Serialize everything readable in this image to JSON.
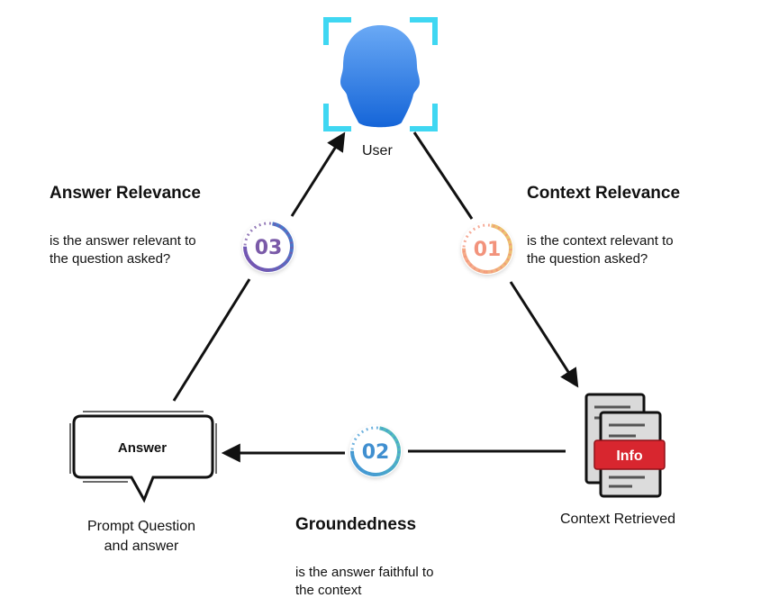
{
  "nodes": {
    "user": {
      "label": "User"
    },
    "context": {
      "label": "Context Retrieved",
      "badge": "Info"
    },
    "answer": {
      "bubble_text": "Answer",
      "label_line1": "Prompt Question",
      "label_line2": "and answer"
    }
  },
  "metrics": {
    "context_relevance": {
      "number": "01",
      "title": "Context Relevance",
      "desc_line1": "is the context relevant to",
      "desc_line2": "the question asked?"
    },
    "groundedness": {
      "number": "02",
      "title": "Groundedness",
      "desc_line1": "is the answer faithful to",
      "desc_line2": "the context"
    },
    "answer_relevance": {
      "number": "03",
      "title": "Answer Relevance",
      "desc_line1": "is the answer relevant to",
      "desc_line2": "the question asked?"
    }
  },
  "colors": {
    "frame": "#3fd7f2",
    "head_top": "#6aa9f5",
    "head_bottom": "#1565d8",
    "step01": "#f2937b",
    "step02": "#4a9ed6",
    "step03": "#7a5aa8",
    "info_badge": "#d8262f"
  }
}
